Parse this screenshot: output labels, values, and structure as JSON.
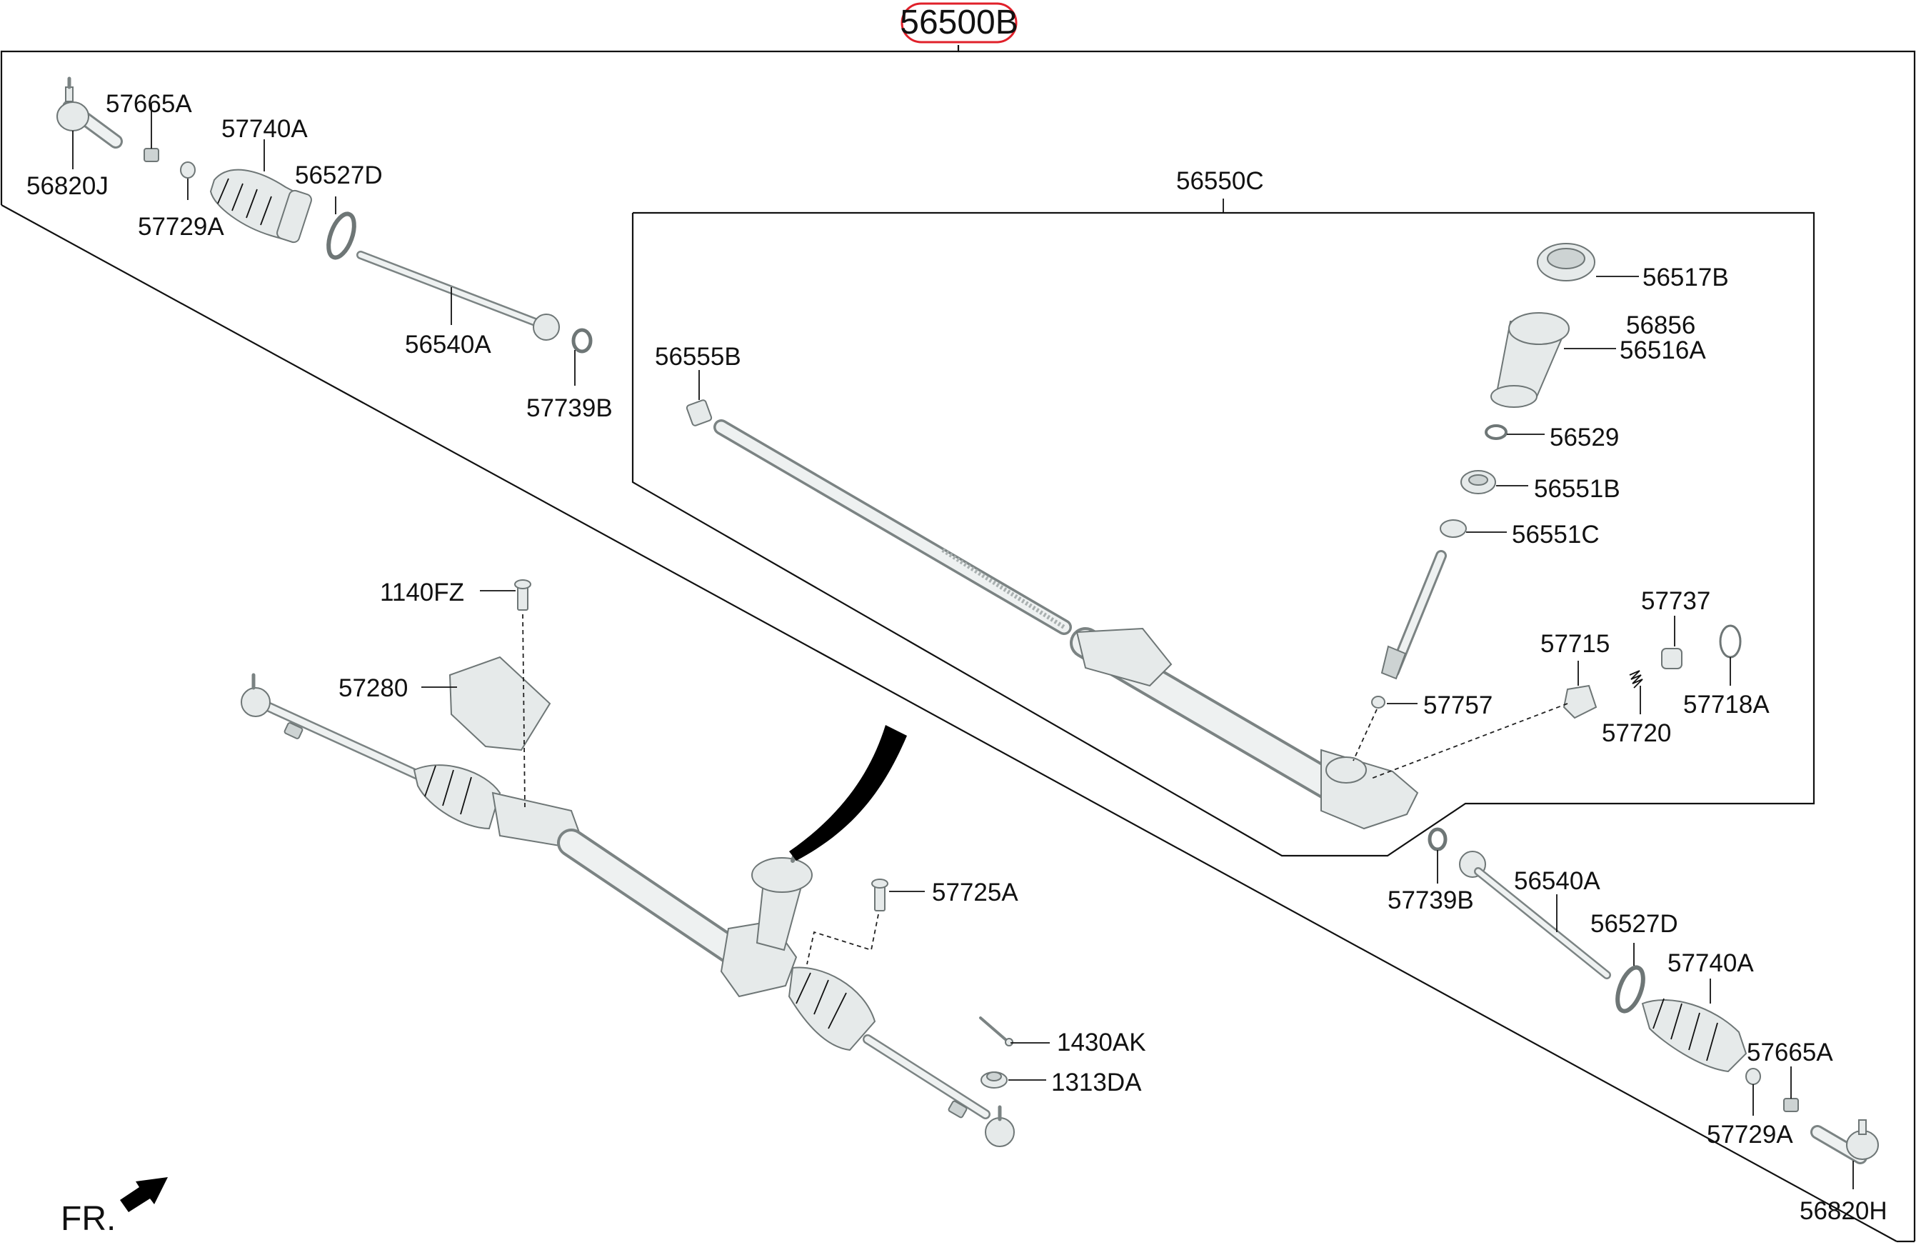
{
  "assembly_part_number": "56500B",
  "subassembly_part_number": "56550C",
  "highlight_color": "#e0202a",
  "orientation_label": "FR.",
  "labels": {
    "l56820J": "56820J",
    "l57665A_top": "57665A",
    "l57740A_top": "57740A",
    "l56527D_top": "56527D",
    "l57729A_top": "57729A",
    "l56540A_top": "56540A",
    "l57739B_top": "57739B",
    "l56555B": "56555B",
    "l56517B": "56517B",
    "l56856": "56856",
    "l56516A": "56516A",
    "l56529": "56529",
    "l56551B": "56551B",
    "l56551C": "56551C",
    "l57737": "57737",
    "l57715": "57715",
    "l57757": "57757",
    "l57720": "57720",
    "l57718A": "57718A",
    "l1140FZ": "1140FZ",
    "l57280": "57280",
    "l57725A": "57725A",
    "l1430AK": "1430AK",
    "l1313DA": "1313DA",
    "l57739B_bot": "57739B",
    "l56540A_bot": "56540A",
    "l56527D_bot": "56527D",
    "l57740A_bot": "57740A",
    "l57665A_bot": "57665A",
    "l57729A_bot": "57729A",
    "l56820H": "56820H"
  },
  "icons": {
    "front_arrow": "front-direction-arrow-icon"
  }
}
